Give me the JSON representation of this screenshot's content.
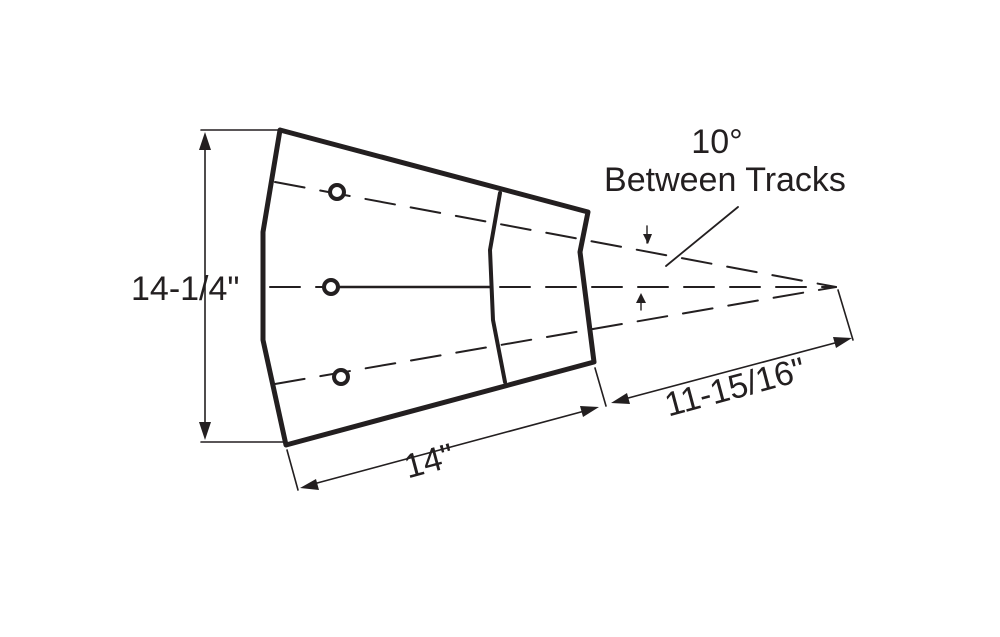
{
  "diagram": {
    "dimensions": {
      "height": "14-1/4\"",
      "length": "14\"",
      "extension": "11-15/16\""
    },
    "angle": {
      "value": "10°",
      "caption": "Between Tracks"
    },
    "colors": {
      "ink": "#231f20",
      "background": "#ffffff"
    }
  }
}
